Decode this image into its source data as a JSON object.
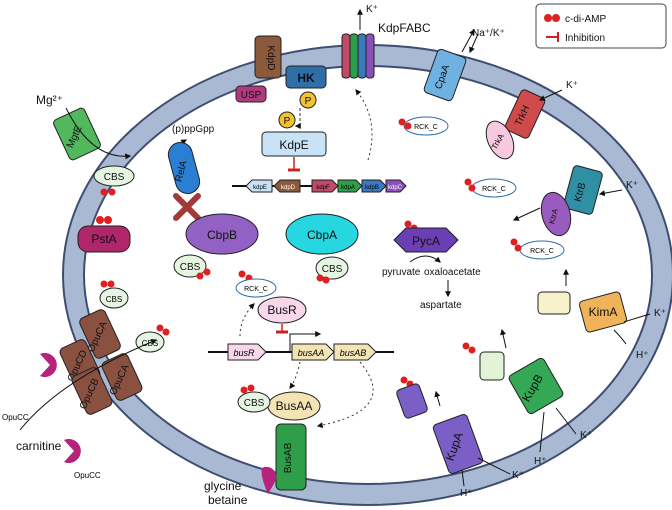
{
  "legend": {
    "cdiamp": "c-di-AMP",
    "inhibition": "Inhibition"
  },
  "ions": {
    "mg": "Mg²⁺",
    "k": "K⁺",
    "h": "H⁺",
    "na_k": "Na⁺/K⁺"
  },
  "proteins": {
    "kdpd": "KdpD",
    "usp": "USP",
    "hk": "HK",
    "p": "P",
    "kdpfabc": "KdpFABC",
    "kdpe": "KdpE",
    "cpaa": "CpaA",
    "rck_c": "RCK_C",
    "trkh": "TrkH",
    "trka": "TrkA",
    "ktrb": "KtrB",
    "ktra": "KtrA",
    "mgte": "MgtE",
    "cbs": "CBS",
    "psta": "PstA",
    "rela": "RelA",
    "ppgpp": "(p)ppGpp",
    "cbpb": "CbpB",
    "cbpa": "CbpA",
    "pyca": "PycA",
    "busr": "BusR",
    "busaa": "BusAA",
    "busab": "BusAB",
    "opuca": "OpuCA",
    "opucd": "OpuCD",
    "opucb": "OpuCB",
    "opucc": "OpuCC",
    "kima": "KimA",
    "kupb": "KupB",
    "kupa": "KupA"
  },
  "genes": {
    "kdpe": "kdpE",
    "kdpd": "kdpD",
    "kdpf": "kdpF",
    "kdpa": "kdpA",
    "kdpb": "kdpB",
    "kdpc": "kdpC",
    "busr": "busR",
    "busaa": "busAA",
    "busab": "busAB"
  },
  "metabolites": {
    "pyruvate": "pyruvate",
    "oxaloacetate": "oxaloacetate",
    "aspartate": "aspartate",
    "carnitine": "carnitine",
    "glycine_betaine": "glycine\nbetaine",
    "glycine": "glycine",
    "betaine": "betaine"
  },
  "colors": {
    "membrane": "#a9b8d3",
    "membrane_edge": "#3e4d70",
    "cytoplasm": "#ffffff",
    "cdiamp": "#e02020",
    "kdpd": "#8b5a3c",
    "usp": "#b13a7f",
    "hk": "#2f6fa8",
    "phos": "#f2c230",
    "kdpe": "#c9e3f6",
    "cpaa": "#6fb1e0",
    "trkh": "#cf4b4b",
    "trka": "#f6c9de",
    "ktrb": "#2f8fa3",
    "ktra": "#9a5bbf",
    "mgte": "#52b85e",
    "cbs": "#e6f5e1",
    "psta": "#b0266b",
    "rela": "#2a7fd4",
    "cbpb": "#9360c4",
    "cbpa": "#26d6e0",
    "pyca": "#6a3fb3",
    "busr": "#f7d7ea",
    "busaa": "#f3e4b5",
    "busab": "#2f9e4a",
    "opuc": "#8a5040",
    "opucc": "#b5237a",
    "kima": "#efb35a",
    "kupb": "#34a854",
    "kupa": "#7b5fc7"
  }
}
